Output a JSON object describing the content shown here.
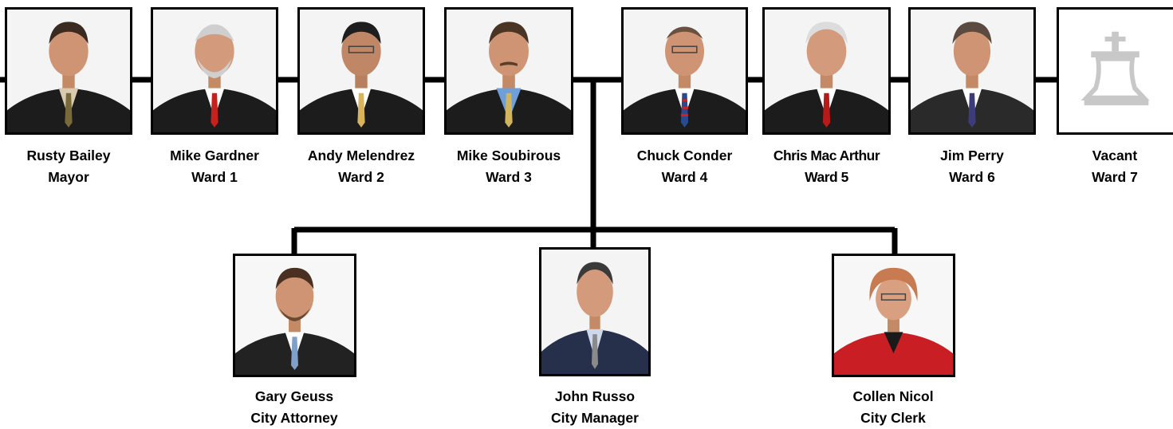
{
  "people": [
    {
      "name": "Rusty Bailey",
      "title": "Mayor",
      "photo": "portrait-suit-tan-tie"
    },
    {
      "name": "Mike Gardner",
      "title": "Ward 1",
      "photo": "portrait-suit-red-tie"
    },
    {
      "name": "Andy Melendrez",
      "title": "Ward 2",
      "photo": "portrait-suit-gold-tie"
    },
    {
      "name": "Mike Soubirous",
      "title": "Ward 3",
      "photo": "portrait-suit-blue-shirt"
    },
    {
      "name": "Chuck Conder",
      "title": "Ward 4",
      "photo": "portrait-suit-flag-tie"
    },
    {
      "name": "Chris Mac Arthur",
      "title": "Ward 5",
      "photo": "portrait-suit-red-tie"
    },
    {
      "name": "Jim Perry",
      "title": "Ward 6",
      "photo": "portrait-suit-purple-tie"
    },
    {
      "name": "Vacant",
      "title": "Ward 7",
      "photo": "bell-logo-placeholder"
    }
  ],
  "staff": [
    {
      "name": "Gary Geuss",
      "title": "City Attorney",
      "photo": "portrait-suit-blue-tie"
    },
    {
      "name": "John Russo",
      "title": "City Manager",
      "photo": "portrait-suit-gray-tie"
    },
    {
      "name": "Collen Nicol",
      "title": "City Clerk",
      "photo": "portrait-red-jacket"
    }
  ],
  "colors": {
    "lines": "#000000",
    "placeholder_logo": "#c8c8c8"
  }
}
